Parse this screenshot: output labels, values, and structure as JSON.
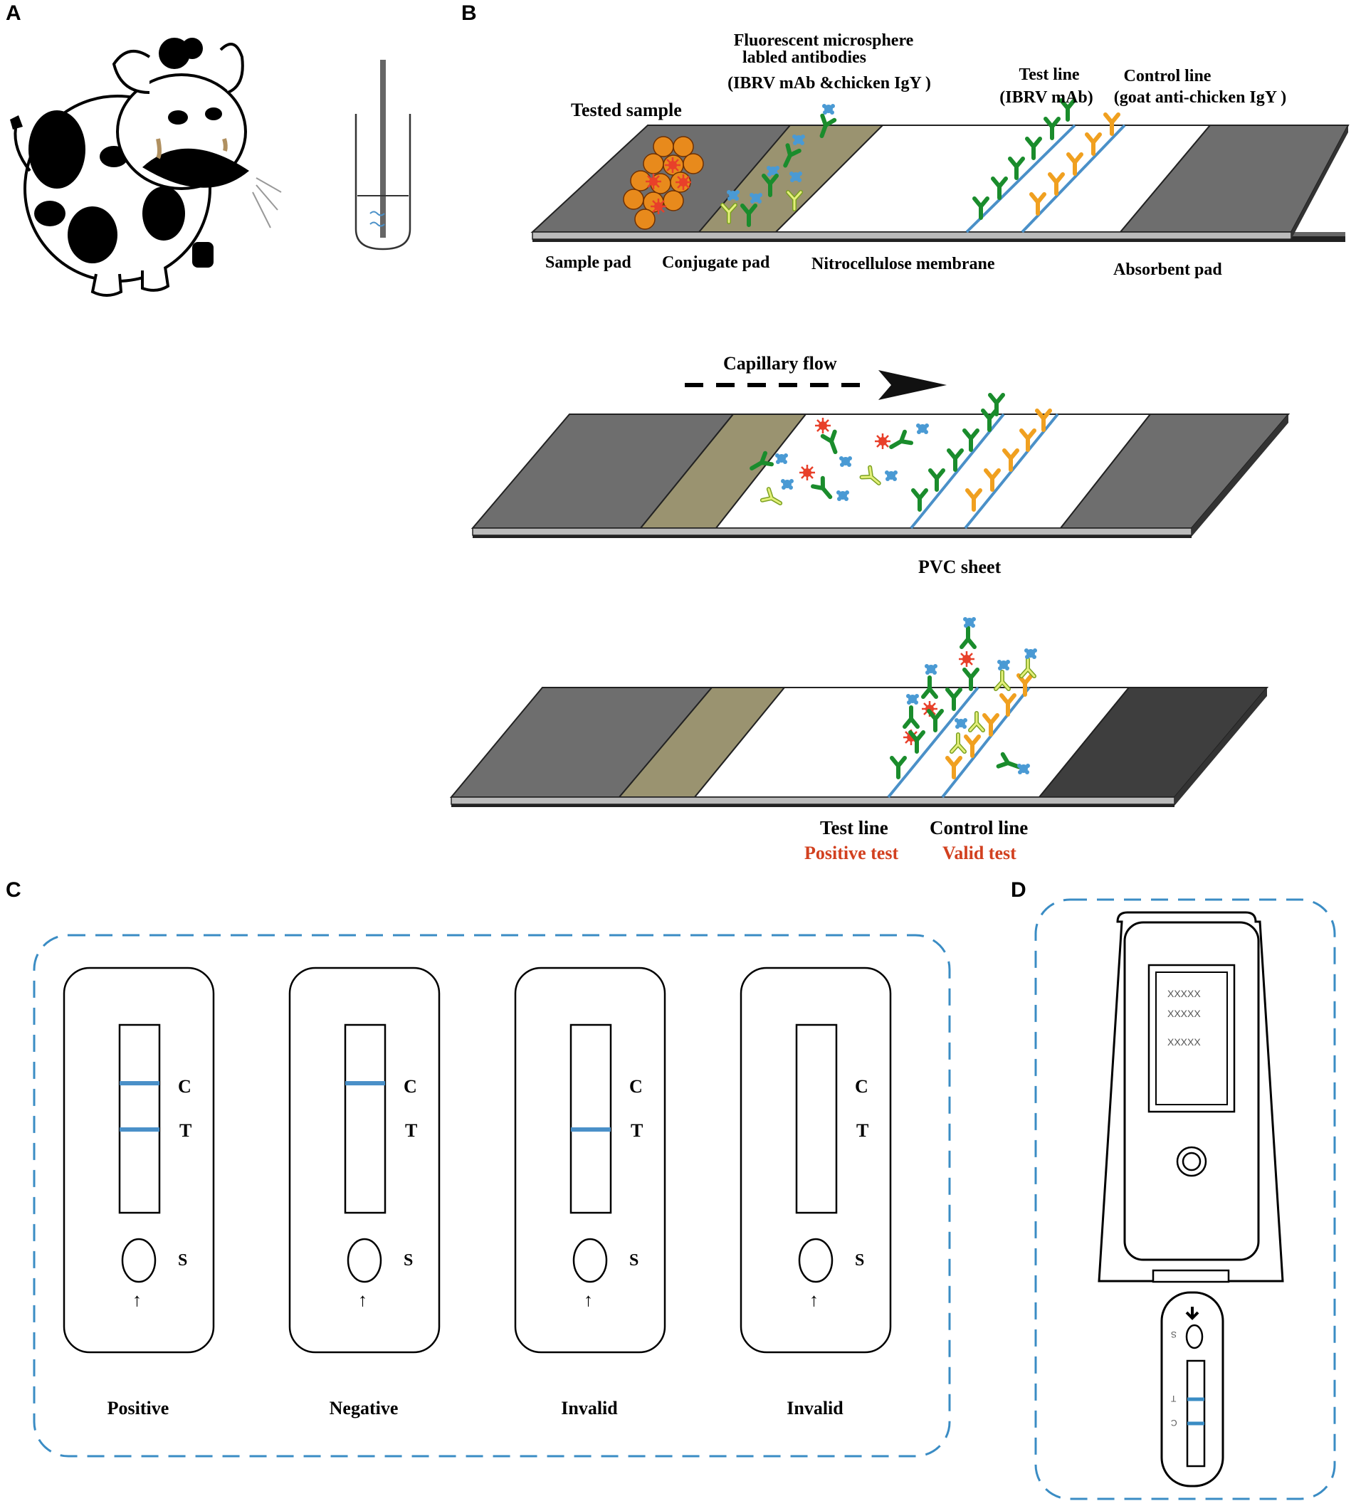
{
  "panels": {
    "a": "A",
    "b": "B",
    "c": "C",
    "d": "D"
  },
  "strip_top": {
    "fluorescent_1": "Fluorescent microsphere",
    "fluorescent_2": "labled   antibodies",
    "fluorescent_3": "(IBRV  mAb  &chicken  IgY )",
    "tested_sample": "Tested sample",
    "test_line": "Test line",
    "test_line_sub": "(IBRV mAb)",
    "control_line": "Control line",
    "control_line_sub": "(goat anti-chicken IgY )",
    "sample_pad": "Sample pad",
    "conjugate_pad": "Conjugate pad",
    "nc_membrane": "Nitrocellulose membrane",
    "absorbent_pad": "Absorbent pad"
  },
  "strip_middle": {
    "capillary_flow": "Capillary flow",
    "pvc_sheet": "PVC sheet"
  },
  "strip_bottom": {
    "test_line": "Test line",
    "positive_test": "Positive test",
    "control_line": "Control line",
    "valid_test": "Valid test"
  },
  "cassettes": [
    {
      "result": "Positive",
      "c_line": true,
      "t_line": true
    },
    {
      "result": "Negative",
      "c_line": true,
      "t_line": false
    },
    {
      "result": "Invalid",
      "c_line": false,
      "t_line": true
    },
    {
      "result": "Invalid",
      "c_line": false,
      "t_line": false
    }
  ],
  "cassette_labels": {
    "c": "C",
    "t": "T",
    "s": "S",
    "arrow": "↑"
  },
  "reader": {
    "screen_lines": [
      "XXXXX",
      "XXXXX",
      "XXXXX"
    ],
    "strip_labels": {
      "s": "S",
      "t": "T",
      "c": "C"
    }
  },
  "colors": {
    "dashed_border": "#3a8cc4",
    "line_blue": "#4a90c8",
    "red_text": "#d2401f",
    "pad_gray": "#6e6e6e",
    "conjugate_pad": "#9a9370",
    "antibody_green": "#1a8c2c",
    "antibody_orange": "#f0a020",
    "antibody_yellow": "#c8e040",
    "virus_orange": "#e8731c",
    "microsphere_blue": "#4a9ad4"
  }
}
